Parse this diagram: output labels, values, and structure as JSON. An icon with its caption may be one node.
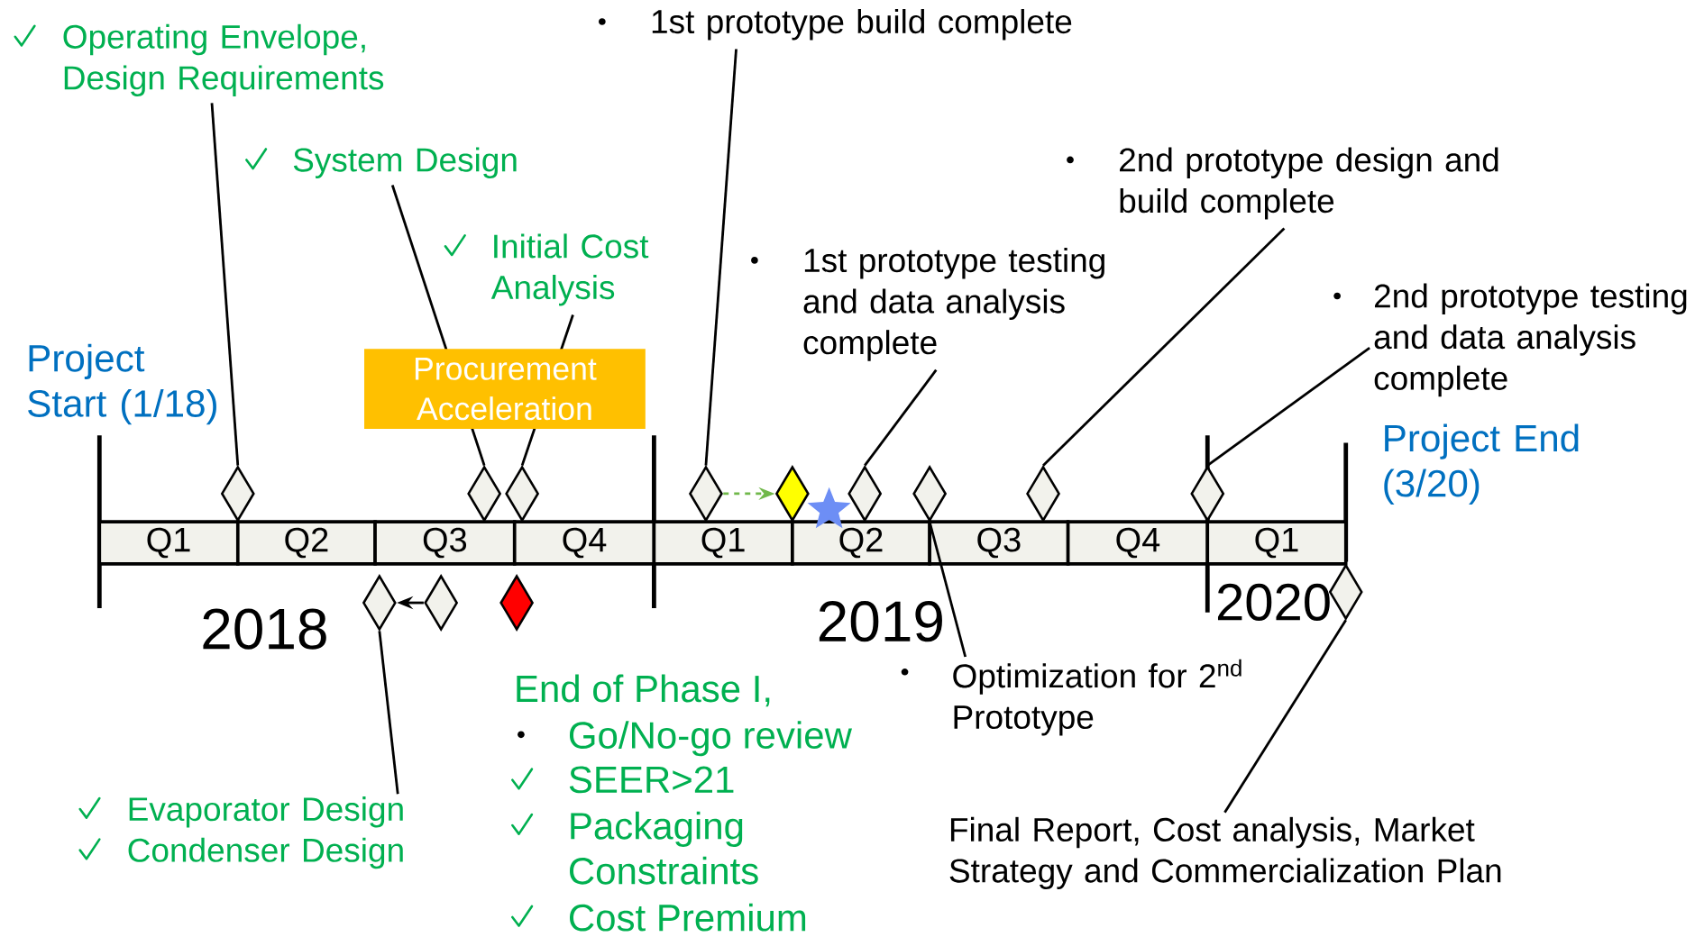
{
  "diagram": {
    "nodes": [
      {
        "text": [
          "Operating Envelope, Design Requirements"
        ]
      },
      {
        "text": [
          "System Design"
        ]
      },
      {
        "text": [
          "Initial Cost Analysis"
        ]
      },
      {
        "text": [
          "Procurement Acceleration"
        ]
      },
      {
        "text": [
          "1st prototype build complete"
        ]
      },
      {
        "text": [
          "1st prototype testing and data analysis complete"
        ]
      },
      {
        "text": [
          "2nd prototype design and build complete"
        ]
      },
      {
        "text": [
          "2nd prototype testing and data analysis complete"
        ]
      },
      {
        "text": [
          "Q1"
        ]
      },
      {
        "text": [
          "Q2"
        ]
      },
      {
        "text": [
          "Q3"
        ]
      },
      {
        "text": [
          "Q4"
        ]
      },
      {
        "text": [
          "Q1"
        ]
      },
      {
        "text": [
          "Q2"
        ]
      },
      {
        "text": [
          "Q3"
        ]
      },
      {
        "text": [
          "Q4"
        ]
      },
      {
        "text": [
          "Q1"
        ]
      },
      {
        "text": [],
        "shape": "diamond"
      },
      {
        "text": [],
        "shape": "diamond"
      },
      {
        "text": [],
        "shape": "diamond"
      },
      {
        "text": [],
        "shape": "diamond"
      },
      {
        "text": [],
        "shape": "diamond"
      },
      {
        "text": [],
        "shape": "diamond"
      },
      {
        "text": [],
        "shape": "diamond"
      },
      {
        "text": [],
        "shape": "diamond"
      },
      {
        "text": [],
        "shape": "diamond"
      },
      {
        "text": [],
        "shape": "star"
      },
      {
        "text": [],
        "shape": "diamond"
      },
      {
        "text": [],
        "shape": "diamond"
      },
      {
        "text": [],
        "shape": "diamond"
      },
      {
        "text": [],
        "shape": "diamond"
      },
      {
        "text": [
          "Evaporator Design",
          "Condenser Design"
        ]
      },
      {
        "text": [
          "Optimization for 2$^{nd}$ Prototype"
        ]
      },
      {
        "text": [
          "Final Report, Cost analysis, Market Strategy and Commercialization Plan"
        ]
      }
    ],
    "edges": [
      {
        "from": 0,
        "to": 17,
        "arrow": "none"
      },
      {
        "from": 1,
        "to": 18,
        "arrow": "none"
      },
      {
        "from": 2,
        "to": 19,
        "arrow": "none"
      },
      {
        "from": 4,
        "to": 20,
        "arrow": "none"
      },
      {
        "from": 5,
        "to": 22,
        "arrow": "none"
      },
      {
        "from": 6,
        "to": 24,
        "arrow": "none"
      },
      {
        "from": 7,
        "to": 25,
        "arrow": "none"
      },
      {
        "from": 20,
        "to": 21,
        "arrow": "to",
        "style": "dashed",
        "color": "#70b84a"
      },
      {
        "from": 28,
        "to": 27,
        "arrow": "to"
      },
      {
        "from": 31,
        "to": 27,
        "arrow": "none"
      },
      {
        "from": 32,
        "to": 23,
        "arrow": "none"
      },
      {
        "from": 33,
        "to": 30,
        "arrow": "none"
      }
    ],
    "labels": [
      "Project Start (1/18)",
      "Project End (3/20)",
      "2018",
      "2019",
      "2020",
      "End of Phase I,",
      "Go/No-go review",
      "SEER>21",
      "Packaging Constraints",
      "Cost Premium"
    ]
  }
}
